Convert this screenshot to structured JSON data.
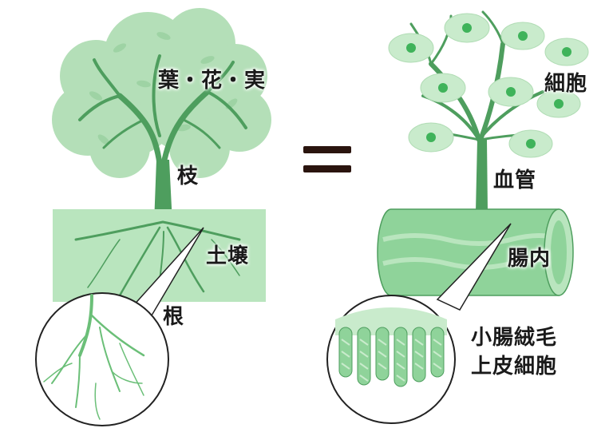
{
  "labels": {
    "leaves_flowers_fruit": "葉・花・実",
    "branch": "枝",
    "soil": "土壌",
    "root": "根",
    "equals": "＝",
    "cells": "細胞",
    "blood_vessel": "血管",
    "intestine": "腸内",
    "villi_line1": "小腸絨毛",
    "villi_line2": "上皮細胞"
  },
  "colors": {
    "tree_green": "#4e9e5e",
    "canopy_green": "#b4dfb8",
    "soil_green": "#b9e5be",
    "cell_green": "#c9ebcc",
    "nucleus_green": "#3fb35a",
    "intestine_green": "#8fd39a",
    "equals_color": "#2a140e"
  },
  "icons": [
    "tree-illustration",
    "root-zoom-lens",
    "equals-sign",
    "blood-vessel-tree",
    "intestine-tube",
    "villi-zoom-lens"
  ]
}
